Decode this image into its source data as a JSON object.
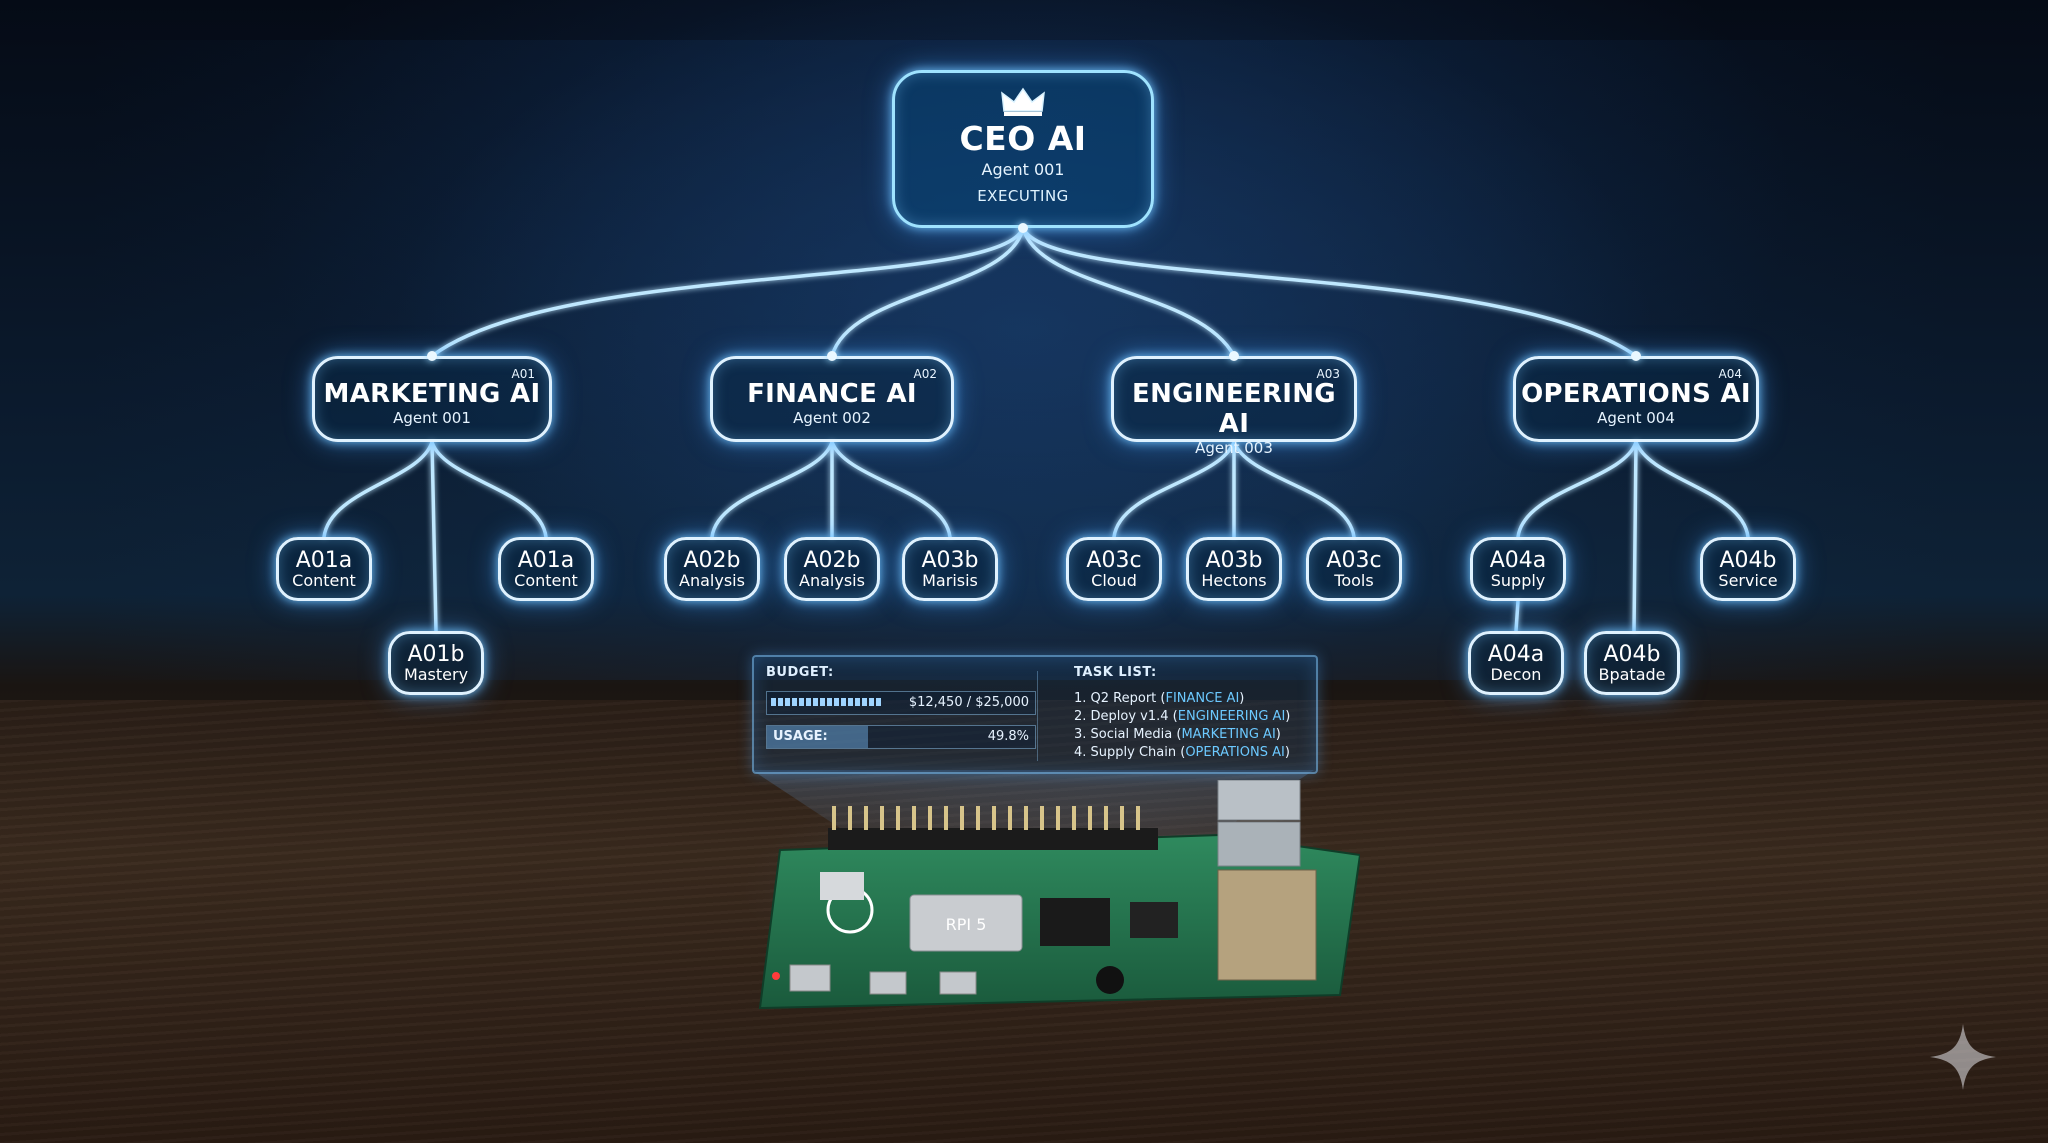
{
  "ceo": {
    "title": "CEO AI",
    "agent": "Agent 001",
    "status": "EXECUTING"
  },
  "departments": [
    {
      "code": "A01",
      "title": "MARKETING AI",
      "agent": "Agent 001"
    },
    {
      "code": "A02",
      "title": "FINANCE AI",
      "agent": "Agent 002"
    },
    {
      "code": "A03",
      "title": "ENGINEERING AI",
      "agent": "Agent 003"
    },
    {
      "code": "A04",
      "title": "OPERATIONS AI",
      "agent": "Agent 004"
    }
  ],
  "subagents": [
    {
      "id": "A01a",
      "role": "Content"
    },
    {
      "id": "A01a",
      "role": "Content"
    },
    {
      "id": "A01b",
      "role": "Mastery"
    },
    {
      "id": "A02b",
      "role": "Analysis"
    },
    {
      "id": "A02b",
      "role": "Analysis"
    },
    {
      "id": "A03b",
      "role": "Marisis"
    },
    {
      "id": "A03c",
      "role": "Cloud"
    },
    {
      "id": "A03b",
      "role": "Hectons"
    },
    {
      "id": "A03c",
      "role": "Tools"
    },
    {
      "id": "A04a",
      "role": "Supply"
    },
    {
      "id": "A04b",
      "role": "Service"
    },
    {
      "id": "A04a",
      "role": "Decon"
    },
    {
      "id": "A04b",
      "role": "Bpatade"
    }
  ],
  "hud": {
    "budget_label": "BUDGET:",
    "budget_value": "$12,450 / $25,000",
    "budget_fraction": 0.498,
    "usage_label": "USAGE:",
    "usage_value": "49.8%",
    "usage_fraction": 0.498,
    "task_label": "TASK LIST:",
    "tasks": [
      {
        "prefix": "1. Q2 Report (",
        "dept": "FINANCE AI",
        "suffix": ")"
      },
      {
        "prefix": "2. Deploy v1.4 (",
        "dept": "ENGINEERING AI",
        "suffix": ")"
      },
      {
        "prefix": "3. Social Media (",
        "dept": "MARKETING AI",
        "suffix": ")"
      },
      {
        "prefix": "4. Supply Chain (",
        "dept": "OPERATIONS AI",
        "suffix": ")"
      }
    ]
  },
  "board": {
    "chip_label": "RPI 5"
  },
  "colors": {
    "glow": "#9fe3ff",
    "accent": "#6cc9ff",
    "board": "#1f6b47"
  },
  "icons": {
    "crown": "crown-icon",
    "sparkle": "sparkle-icon"
  }
}
